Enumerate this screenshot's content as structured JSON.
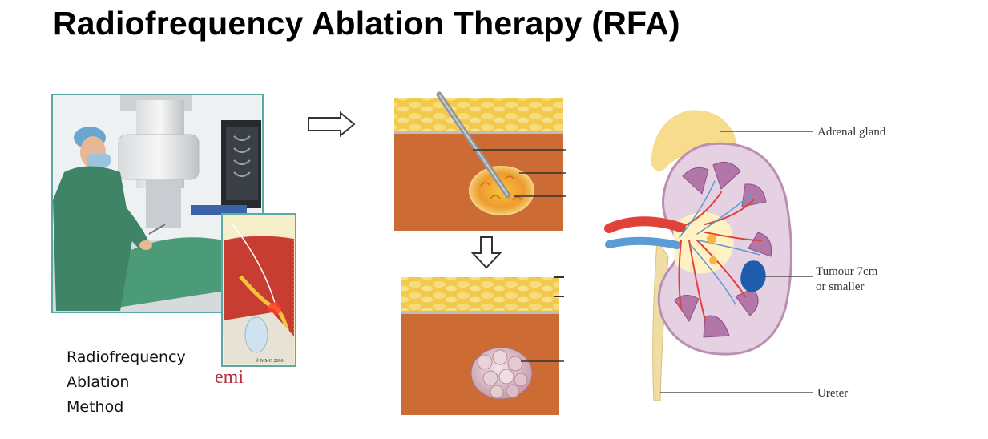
{
  "title": "Radiofrequency Ablation Therapy (RFA)",
  "procedure": {
    "caption_lines": [
      "Radiofrequency",
      "Ablation",
      "Method"
    ],
    "logo_text": "emi",
    "stamp_text": "© MMG 2006"
  },
  "kidney": {
    "labels": {
      "adrenal": "Adrenal gland",
      "tumour_line1": "Tumour 7cm",
      "tumour_line2": "or smaller",
      "ureter": "Ureter"
    }
  },
  "colors": {
    "fat": "#f0c53a",
    "tissue": "#cd6b35",
    "kidney": "#e6d1e3",
    "tumour": "#1e5cae",
    "artery": "#e0423a",
    "vein": "#5b9bd6"
  }
}
